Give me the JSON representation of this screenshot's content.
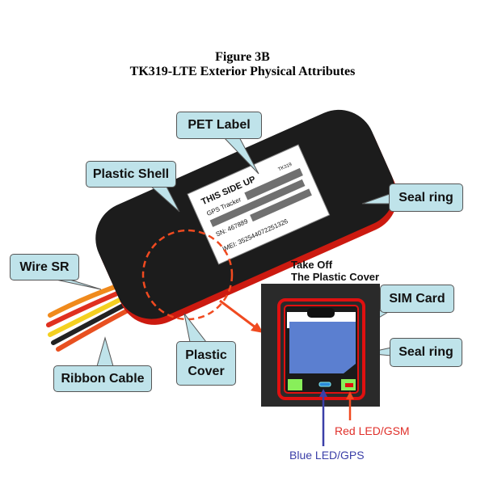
{
  "figure": {
    "number": "Figure 3B",
    "title": "TK319-LTE Exterior Physical Attributes"
  },
  "label": {
    "line1": "THIS SIDE UP",
    "model": "TK319",
    "product": "GPS Tracker",
    "sn": "SN: 467889",
    "imei": "IMEI: 352544072251326"
  },
  "callouts": {
    "pet_label": "PET Label",
    "plastic_shell": "Plastic Shell",
    "seal_ring_top": "Seal ring",
    "wire_sr": "Wire SR",
    "ribbon_cable": "Ribbon Cable",
    "plastic_cover": "Plastic Cover",
    "sim_card": "SIM Card",
    "seal_ring_inset": "Seal ring"
  },
  "inset": {
    "caption_line1": "Take Off",
    "caption_line2": "The Plastic Cover"
  },
  "leds": {
    "red": "Red LED/GSM",
    "blue": "Blue LED/GPS"
  },
  "colors": {
    "callout": "#bfe3ea",
    "seal": "#e01010",
    "red_text": "#e0302a",
    "blue_text": "#3b3fa8",
    "sim": "#5b7fd0"
  }
}
